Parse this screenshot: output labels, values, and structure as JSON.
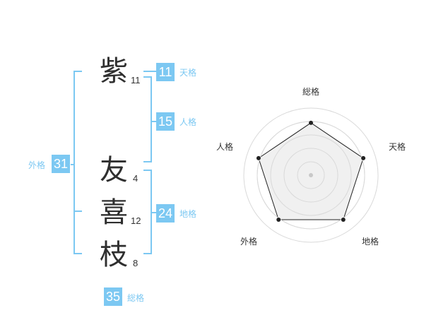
{
  "name_chars": [
    {
      "char": "紫",
      "strokes": "11"
    },
    {
      "char": "友",
      "strokes": "4"
    },
    {
      "char": "喜",
      "strokes": "12"
    },
    {
      "char": "枝",
      "strokes": "8"
    }
  ],
  "scores": {
    "tenkaku": {
      "value": "11",
      "label": "天格"
    },
    "jinkaku": {
      "value": "15",
      "label": "人格"
    },
    "chikaku": {
      "value": "24",
      "label": "地格"
    },
    "gaikaku": {
      "value": "31",
      "label": "外格"
    },
    "soukaku": {
      "value": "35",
      "label": "総格"
    }
  },
  "radar": {
    "axes": [
      "総格",
      "天格",
      "地格",
      "外格",
      "人格"
    ],
    "values": [
      0.78,
      0.82,
      0.82,
      0.82,
      0.82
    ],
    "rings": 5,
    "accent_color": "#7cc8f2",
    "fill_color": "#eeeeee",
    "ring_color": "#d9d9d9",
    "line_color": "#222222"
  }
}
